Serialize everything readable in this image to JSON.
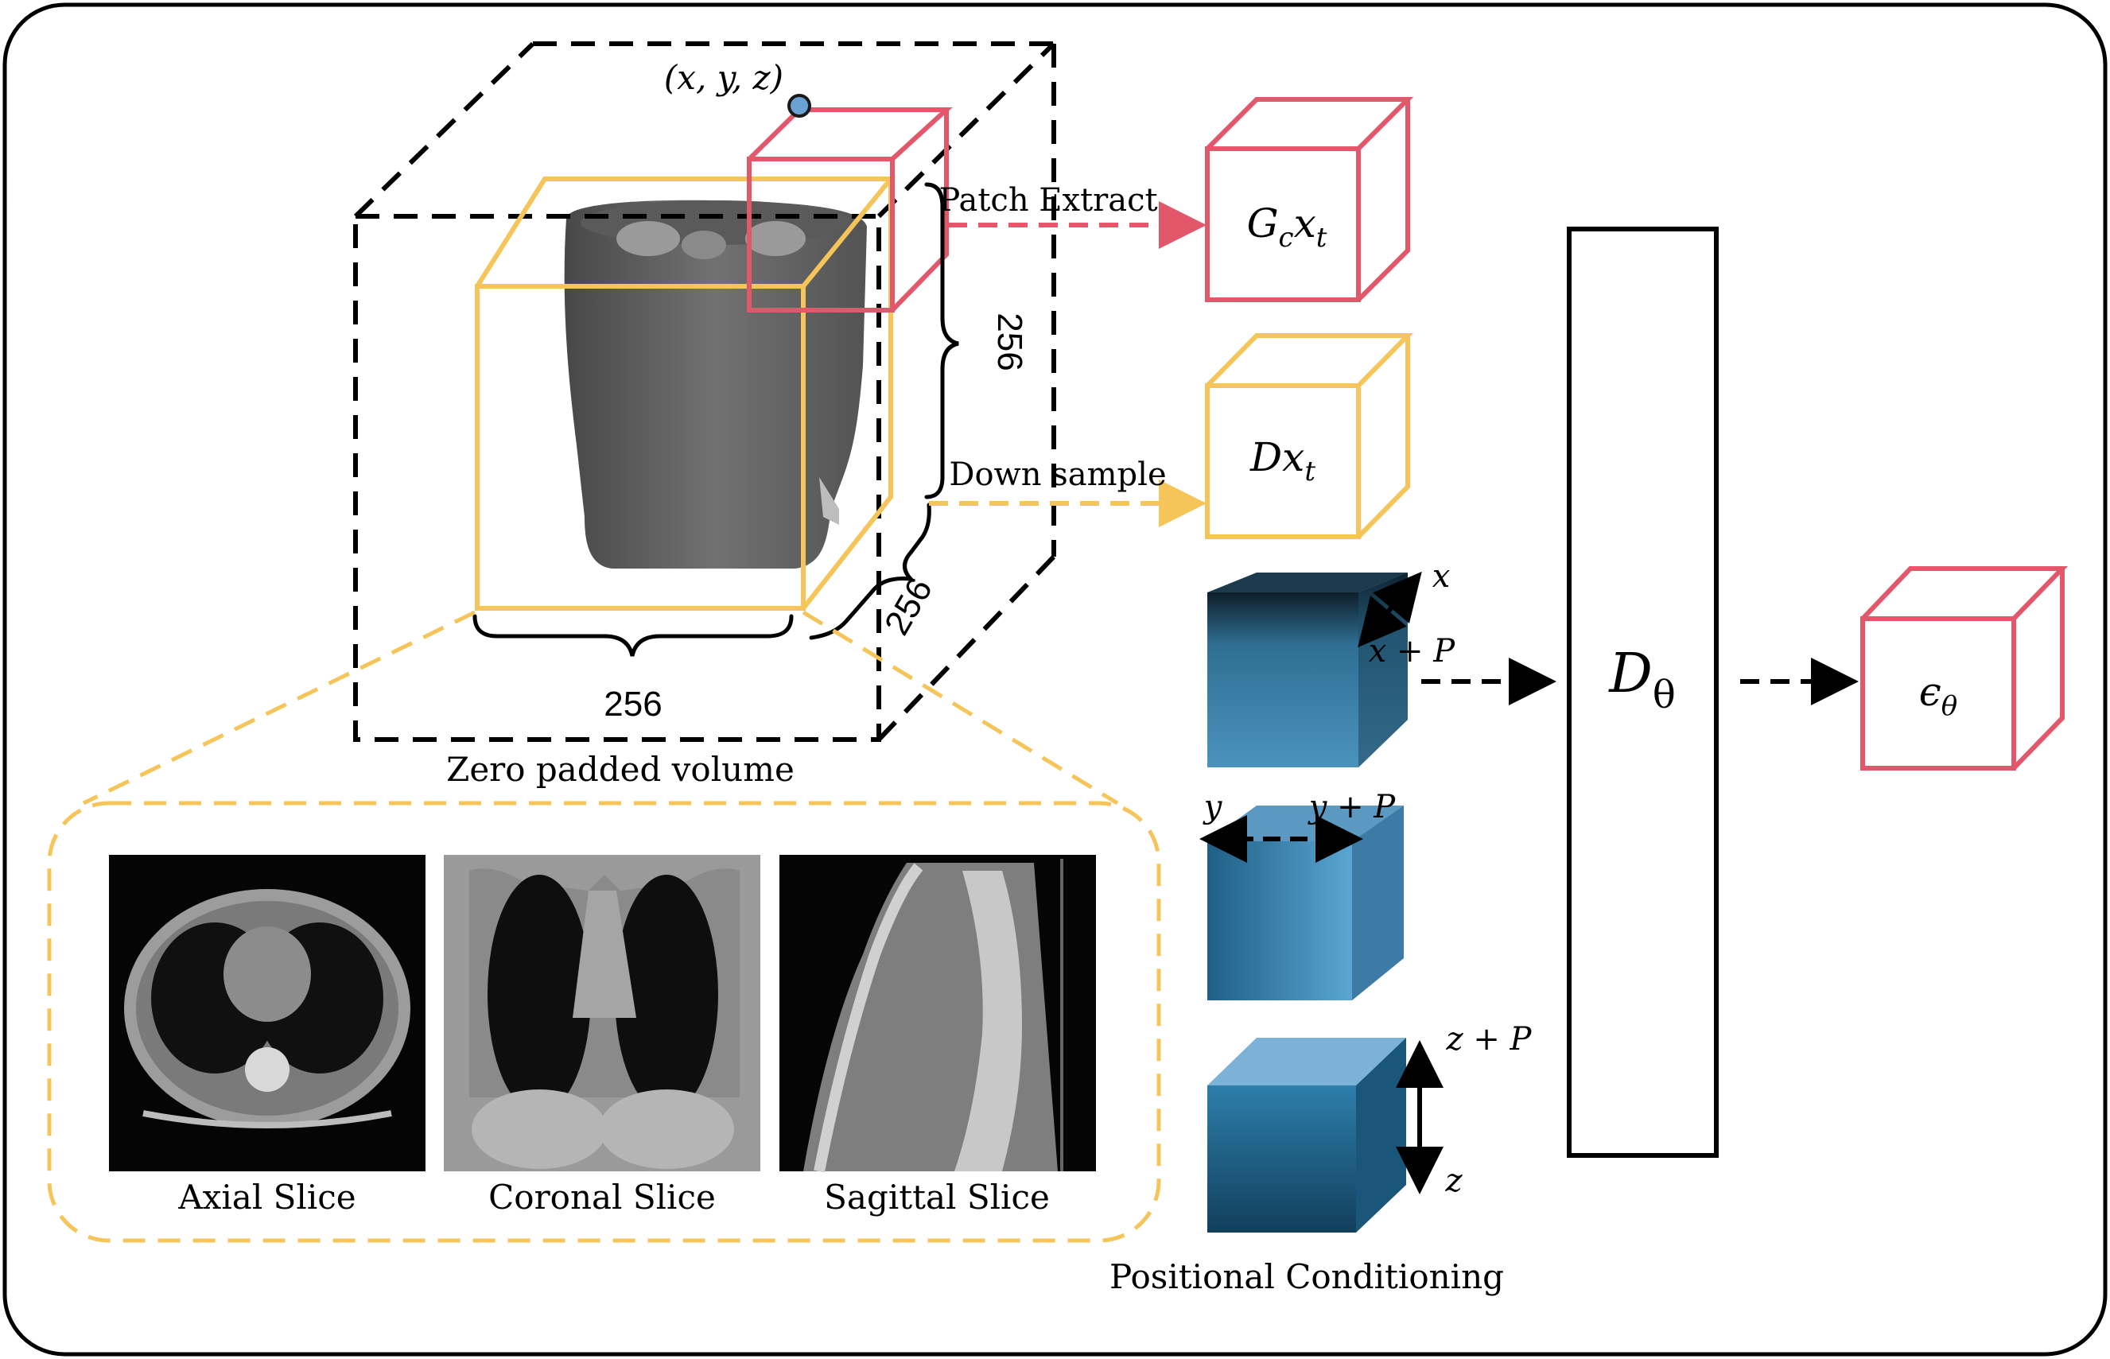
{
  "diagram": {
    "point_label": "(x, y, z)",
    "patch_extract_label": "Patch Extract",
    "downsample_label": "Down sample",
    "dim_vertical": "256",
    "dim_depth": "256",
    "dim_horizontal": "256",
    "volume_caption": "Zero padded volume",
    "patch_cube_label": "G_c x_t",
    "down_cube_label": "D x_t",
    "network_label": "Dθ",
    "output_label": "ϵ_θ",
    "positional_caption": "Positional Conditioning",
    "pos_x": {
      "start": "x",
      "end": "x + P"
    },
    "pos_y": {
      "start": "y",
      "end": "y + P"
    },
    "pos_z": {
      "start": "z",
      "end": "z + P"
    },
    "slices": [
      {
        "label": "Axial Slice"
      },
      {
        "label": "Coronal Slice"
      },
      {
        "label": "Sagittal Slice"
      }
    ],
    "colors": {
      "patch": "#e3576b",
      "downsample": "#f5c55a",
      "border": "#000000",
      "blue_cube": "#3a86ae"
    }
  }
}
